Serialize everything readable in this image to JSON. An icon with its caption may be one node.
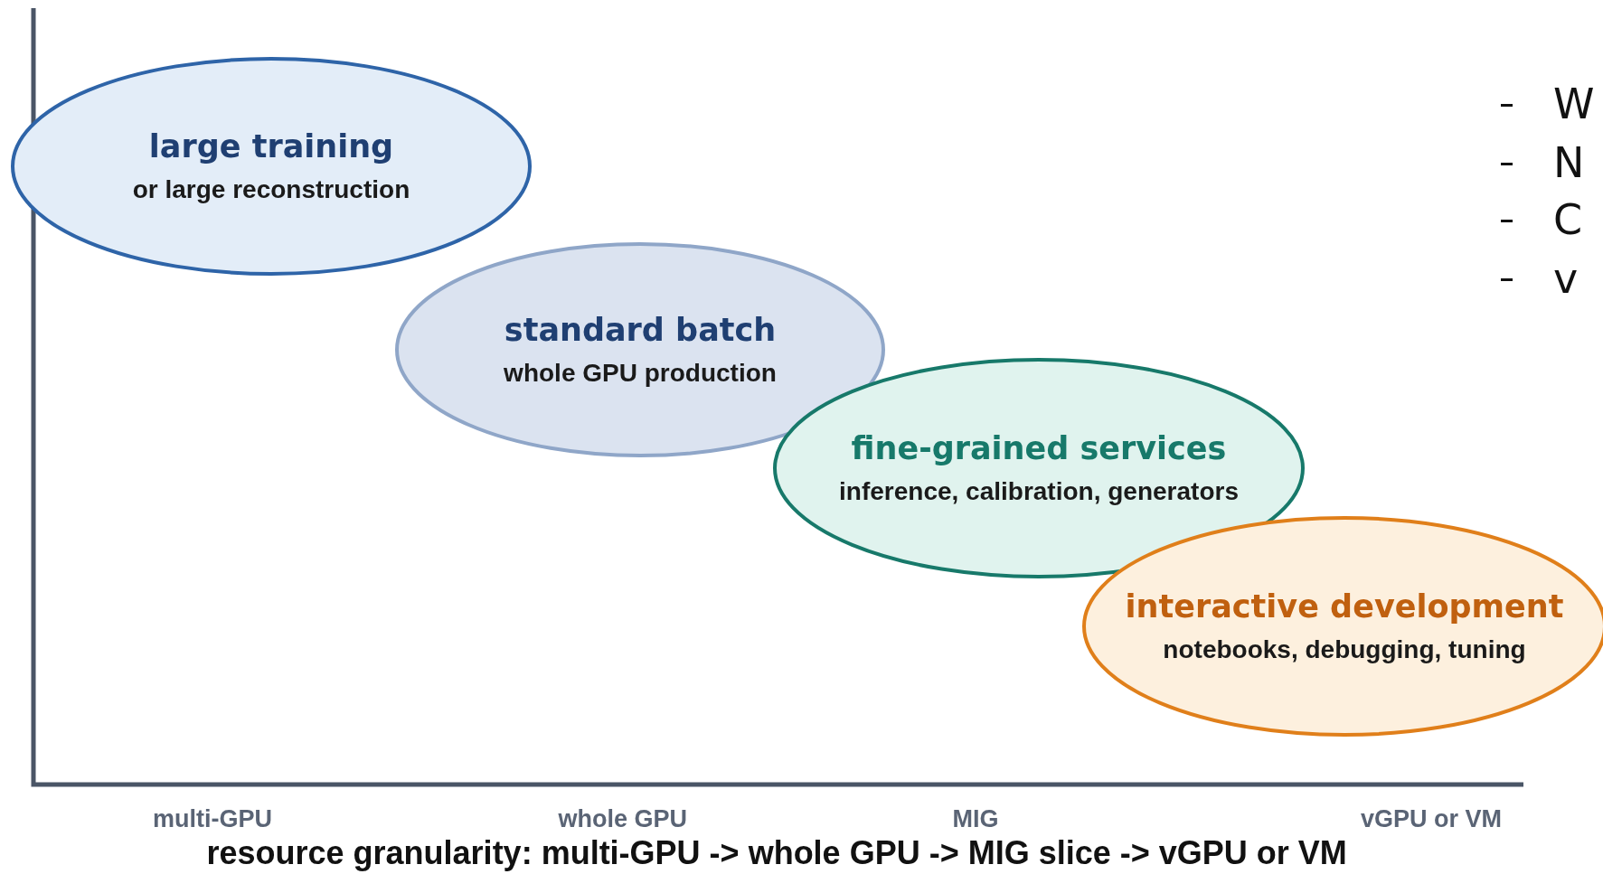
{
  "diagram": {
    "nodes": [
      {
        "text": [
          "large training",
          "or large reconstruction"
        ]
      },
      {
        "text": [
          "standard batch",
          "whole GPU production"
        ]
      },
      {
        "text": [
          "fine-grained services",
          "inference, calibration, generators"
        ]
      },
      {
        "text": [
          "interactive development",
          "notebooks, debugging, tuning"
        ]
      }
    ],
    "labels": [
      "W",
      "N",
      "C",
      "v",
      "multi-GPU",
      "whole GPU",
      "MIG",
      "vGPU or VM",
      "resource granularity: multi-GPU -> whole GPU -> MIG slice -> vGPU or VM"
    ]
  }
}
